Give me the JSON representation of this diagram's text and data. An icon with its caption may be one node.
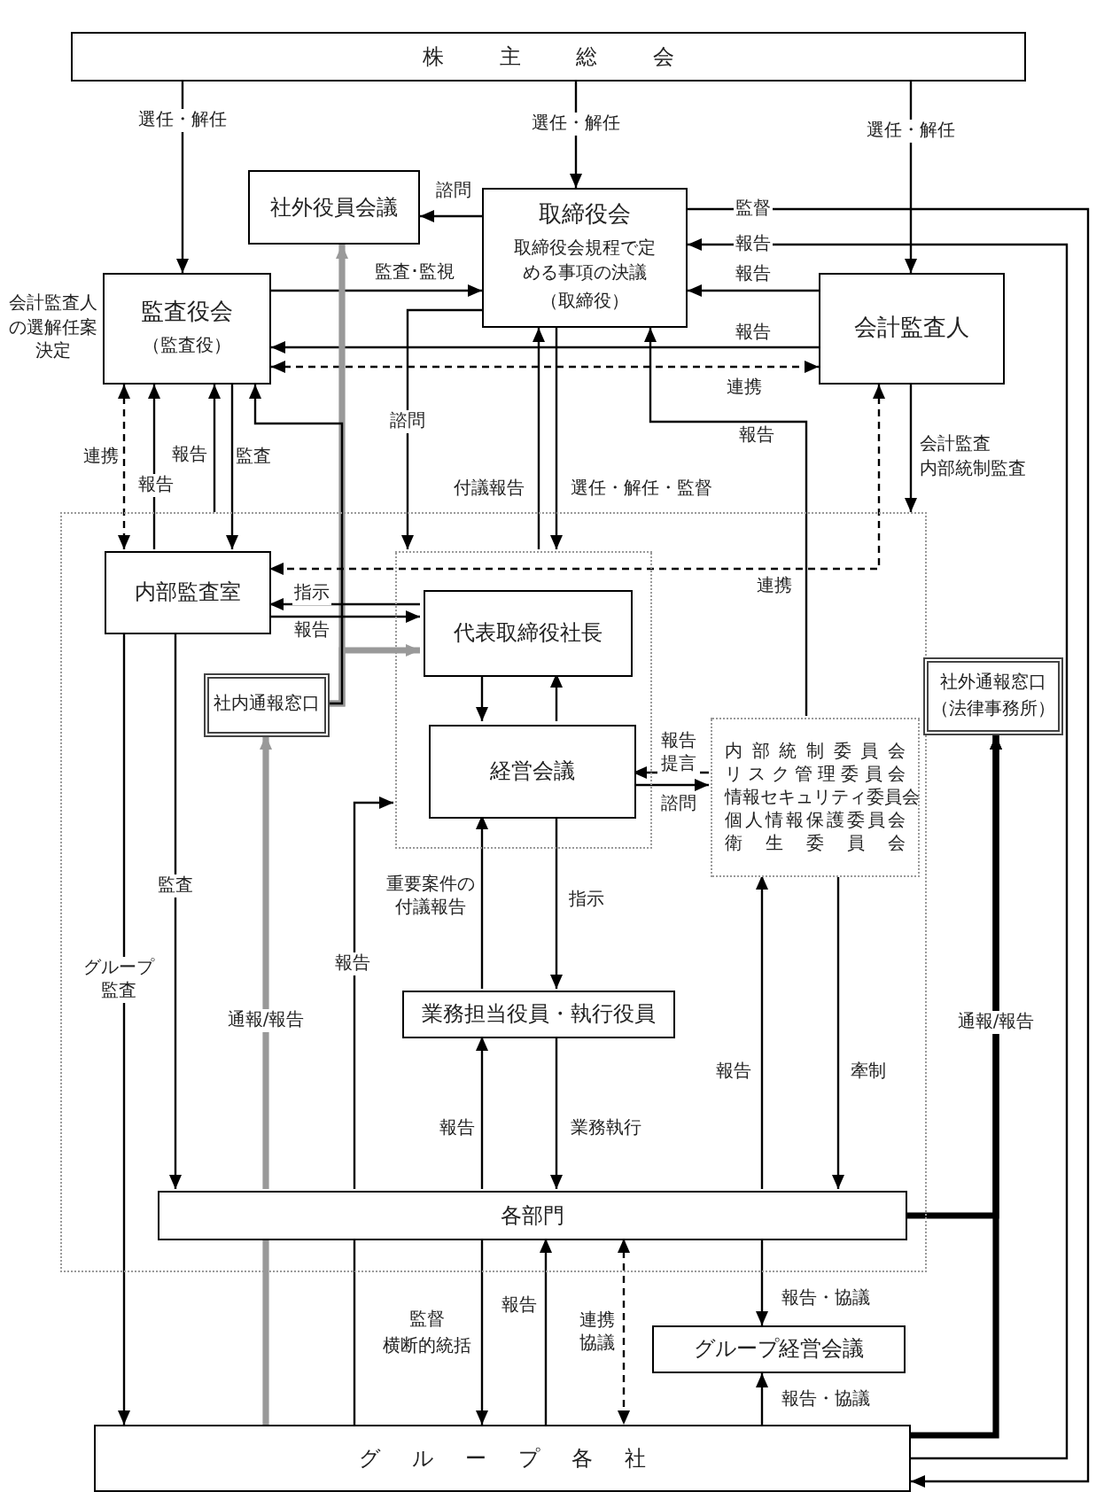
{
  "diagram": {
    "nodes": [
      {
        "text": [
          "株主総会"
        ]
      },
      {
        "text": [
          "社外役員会議"
        ]
      },
      {
        "text": [
          "取締役会",
          "取締役会規程で定める事項の決議",
          "（取締役）"
        ]
      },
      {
        "text": [
          "監査役会",
          "（監査役）"
        ],
        "beside": [
          "会計監査人の選解任案決定"
        ]
      },
      {
        "text": [
          "会計監査人"
        ]
      },
      {
        "text": [],
        "shape": "box"
      },
      {
        "text": [],
        "shape": "box",
        "in": 5
      },
      {
        "text": [
          "内部監査室"
        ],
        "in": 5
      },
      {
        "text": [
          "代表取締役社長"
        ],
        "in": 6
      },
      {
        "text": [
          "社内通報窓口"
        ],
        "in": 5
      },
      {
        "text": [
          "経営会議"
        ],
        "in": 6
      },
      {
        "text": [
          "内部統制委員会",
          "リスク管理委員会",
          "情報セキュリティ委員会",
          "個人情報保護委員会",
          "衛生委員会"
        ],
        "in": 5
      },
      {
        "text": [
          "社外通報窓口",
          "（法律事務所）"
        ]
      },
      {
        "text": [
          "業務担当役員・執行役員"
        ],
        "in": 5
      },
      {
        "text": [
          "各部門"
        ],
        "in": 5
      },
      {
        "text": [
          "グループ経営会議"
        ]
      },
      {
        "text": [
          "グループ各社"
        ]
      }
    ],
    "edges": [
      {
        "from": 0,
        "to": 3,
        "arrow": "to",
        "label": "選任・解任"
      },
      {
        "from": 0,
        "to": 2,
        "arrow": "to",
        "label": "選任・解任"
      },
      {
        "from": 0,
        "to": 4,
        "arrow": "to",
        "label": "選任・解任"
      },
      {
        "from": 2,
        "to": 1,
        "arrow": "to",
        "label": "諮問"
      },
      {
        "from": 3,
        "to": 2,
        "arrow": "to",
        "label": "監査･監視"
      },
      {
        "from": 4,
        "to": 2,
        "arrow": "to",
        "label": "報告"
      },
      {
        "from": 4,
        "to": 3,
        "arrow": "to",
        "label": "報告"
      },
      {
        "from": 3,
        "to": 4,
        "arrow": "both",
        "style": "dashed",
        "label": "連携"
      },
      {
        "from": 2,
        "to": 16,
        "arrow": "to",
        "label": "監督"
      },
      {
        "from": 16,
        "to": 2,
        "arrow": "to",
        "label": "報告"
      },
      {
        "from": 11,
        "to": 2,
        "arrow": "to",
        "label": "報告"
      },
      {
        "from": 9,
        "to": 1,
        "arrow": "to",
        "style": "thick",
        "color": "#999999"
      },
      {
        "from": 9,
        "to": 8,
        "arrow": "to",
        "style": "thick",
        "color": "#999999"
      },
      {
        "from": 9,
        "to": 3,
        "arrow": "to"
      },
      {
        "from": 2,
        "to": 6,
        "arrow": "to",
        "label": "諮問"
      },
      {
        "from": 6,
        "to": 2,
        "arrow": "to",
        "label": "付議報告"
      },
      {
        "from": 2,
        "to": 6,
        "arrow": "to",
        "label": "選任・解任・監督"
      },
      {
        "from": 3,
        "to": 7,
        "arrow": "both",
        "style": "dashed",
        "label": "連携"
      },
      {
        "from": 7,
        "to": 3,
        "arrow": "to",
        "label": "報告"
      },
      {
        "from": 5,
        "to": 3,
        "arrow": "to",
        "label": "報告"
      },
      {
        "from": 3,
        "to": 7,
        "arrow": "to",
        "label": "監査"
      },
      {
        "from": 4,
        "to": 7,
        "arrow": "both",
        "style": "dashed",
        "label": "連携"
      },
      {
        "from": 4,
        "to": 5,
        "arrow": "to",
        "label": "会計監査"
      },
      {
        "from": 8,
        "to": 7,
        "arrow": "to",
        "label": "指示"
      },
      {
        "from": 7,
        "to": 8,
        "arrow": "to",
        "label": "報告"
      },
      {
        "from": 8,
        "to": 10,
        "arrow": "to"
      },
      {
        "from": 10,
        "to": 8,
        "arrow": "to"
      },
      {
        "from": 11,
        "to": 10,
        "arrow": "to",
        "label": "報告提言"
      },
      {
        "from": 10,
        "to": 11,
        "arrow": "to",
        "label": "諮問"
      },
      {
        "from": 13,
        "to": 10,
        "arrow": "to",
        "label": "重要案件の付議報告"
      },
      {
        "from": 10,
        "to": 13,
        "arrow": "to",
        "label": "指示"
      },
      {
        "from": 14,
        "to": 13,
        "arrow": "to",
        "label": "報告"
      },
      {
        "from": 13,
        "to": 14,
        "arrow": "to",
        "label": "業務執行"
      },
      {
        "from": 14,
        "to": 11,
        "arrow": "to",
        "label": "報告"
      },
      {
        "from": 11,
        "to": 14,
        "arrow": "to",
        "label": "牽制"
      },
      {
        "from": 7,
        "to": 14,
        "arrow": "to",
        "label": "監査"
      },
      {
        "from": 7,
        "to": 16,
        "arrow": "to",
        "label": "グループ監査"
      },
      {
        "from": 14,
        "to": 9,
        "arrow": "to",
        "style": "thick",
        "color": "#999999",
        "label": "通報/報告"
      },
      {
        "from": 16,
        "to": 14,
        "arrow": "none",
        "style": "thick",
        "color": "#999999"
      },
      {
        "from": 14,
        "to": 6,
        "arrow": "to",
        "label": "報告"
      },
      {
        "from": 16,
        "to": 14,
        "arrow": "none"
      },
      {
        "from": 14,
        "to": 12,
        "arrow": "to",
        "style": "thick",
        "label": "通報/報告"
      },
      {
        "from": 16,
        "to": 12,
        "arrow": "to",
        "style": "thick"
      },
      {
        "from": 14,
        "to": 16,
        "arrow": "to",
        "label": "監督"
      },
      {
        "from": 16,
        "to": 14,
        "arrow": "to",
        "label": "報告"
      },
      {
        "from": 14,
        "to": 16,
        "arrow": "both",
        "style": "dashed",
        "label": "連携協議"
      },
      {
        "from": 14,
        "to": 15,
        "arrow": "to",
        "label": "報告・協議"
      },
      {
        "from": 16,
        "to": 15,
        "arrow": "to",
        "label": "報告・協議"
      }
    ],
    "labels": [
      "内部統制監査",
      "横断的統括"
    ]
  }
}
